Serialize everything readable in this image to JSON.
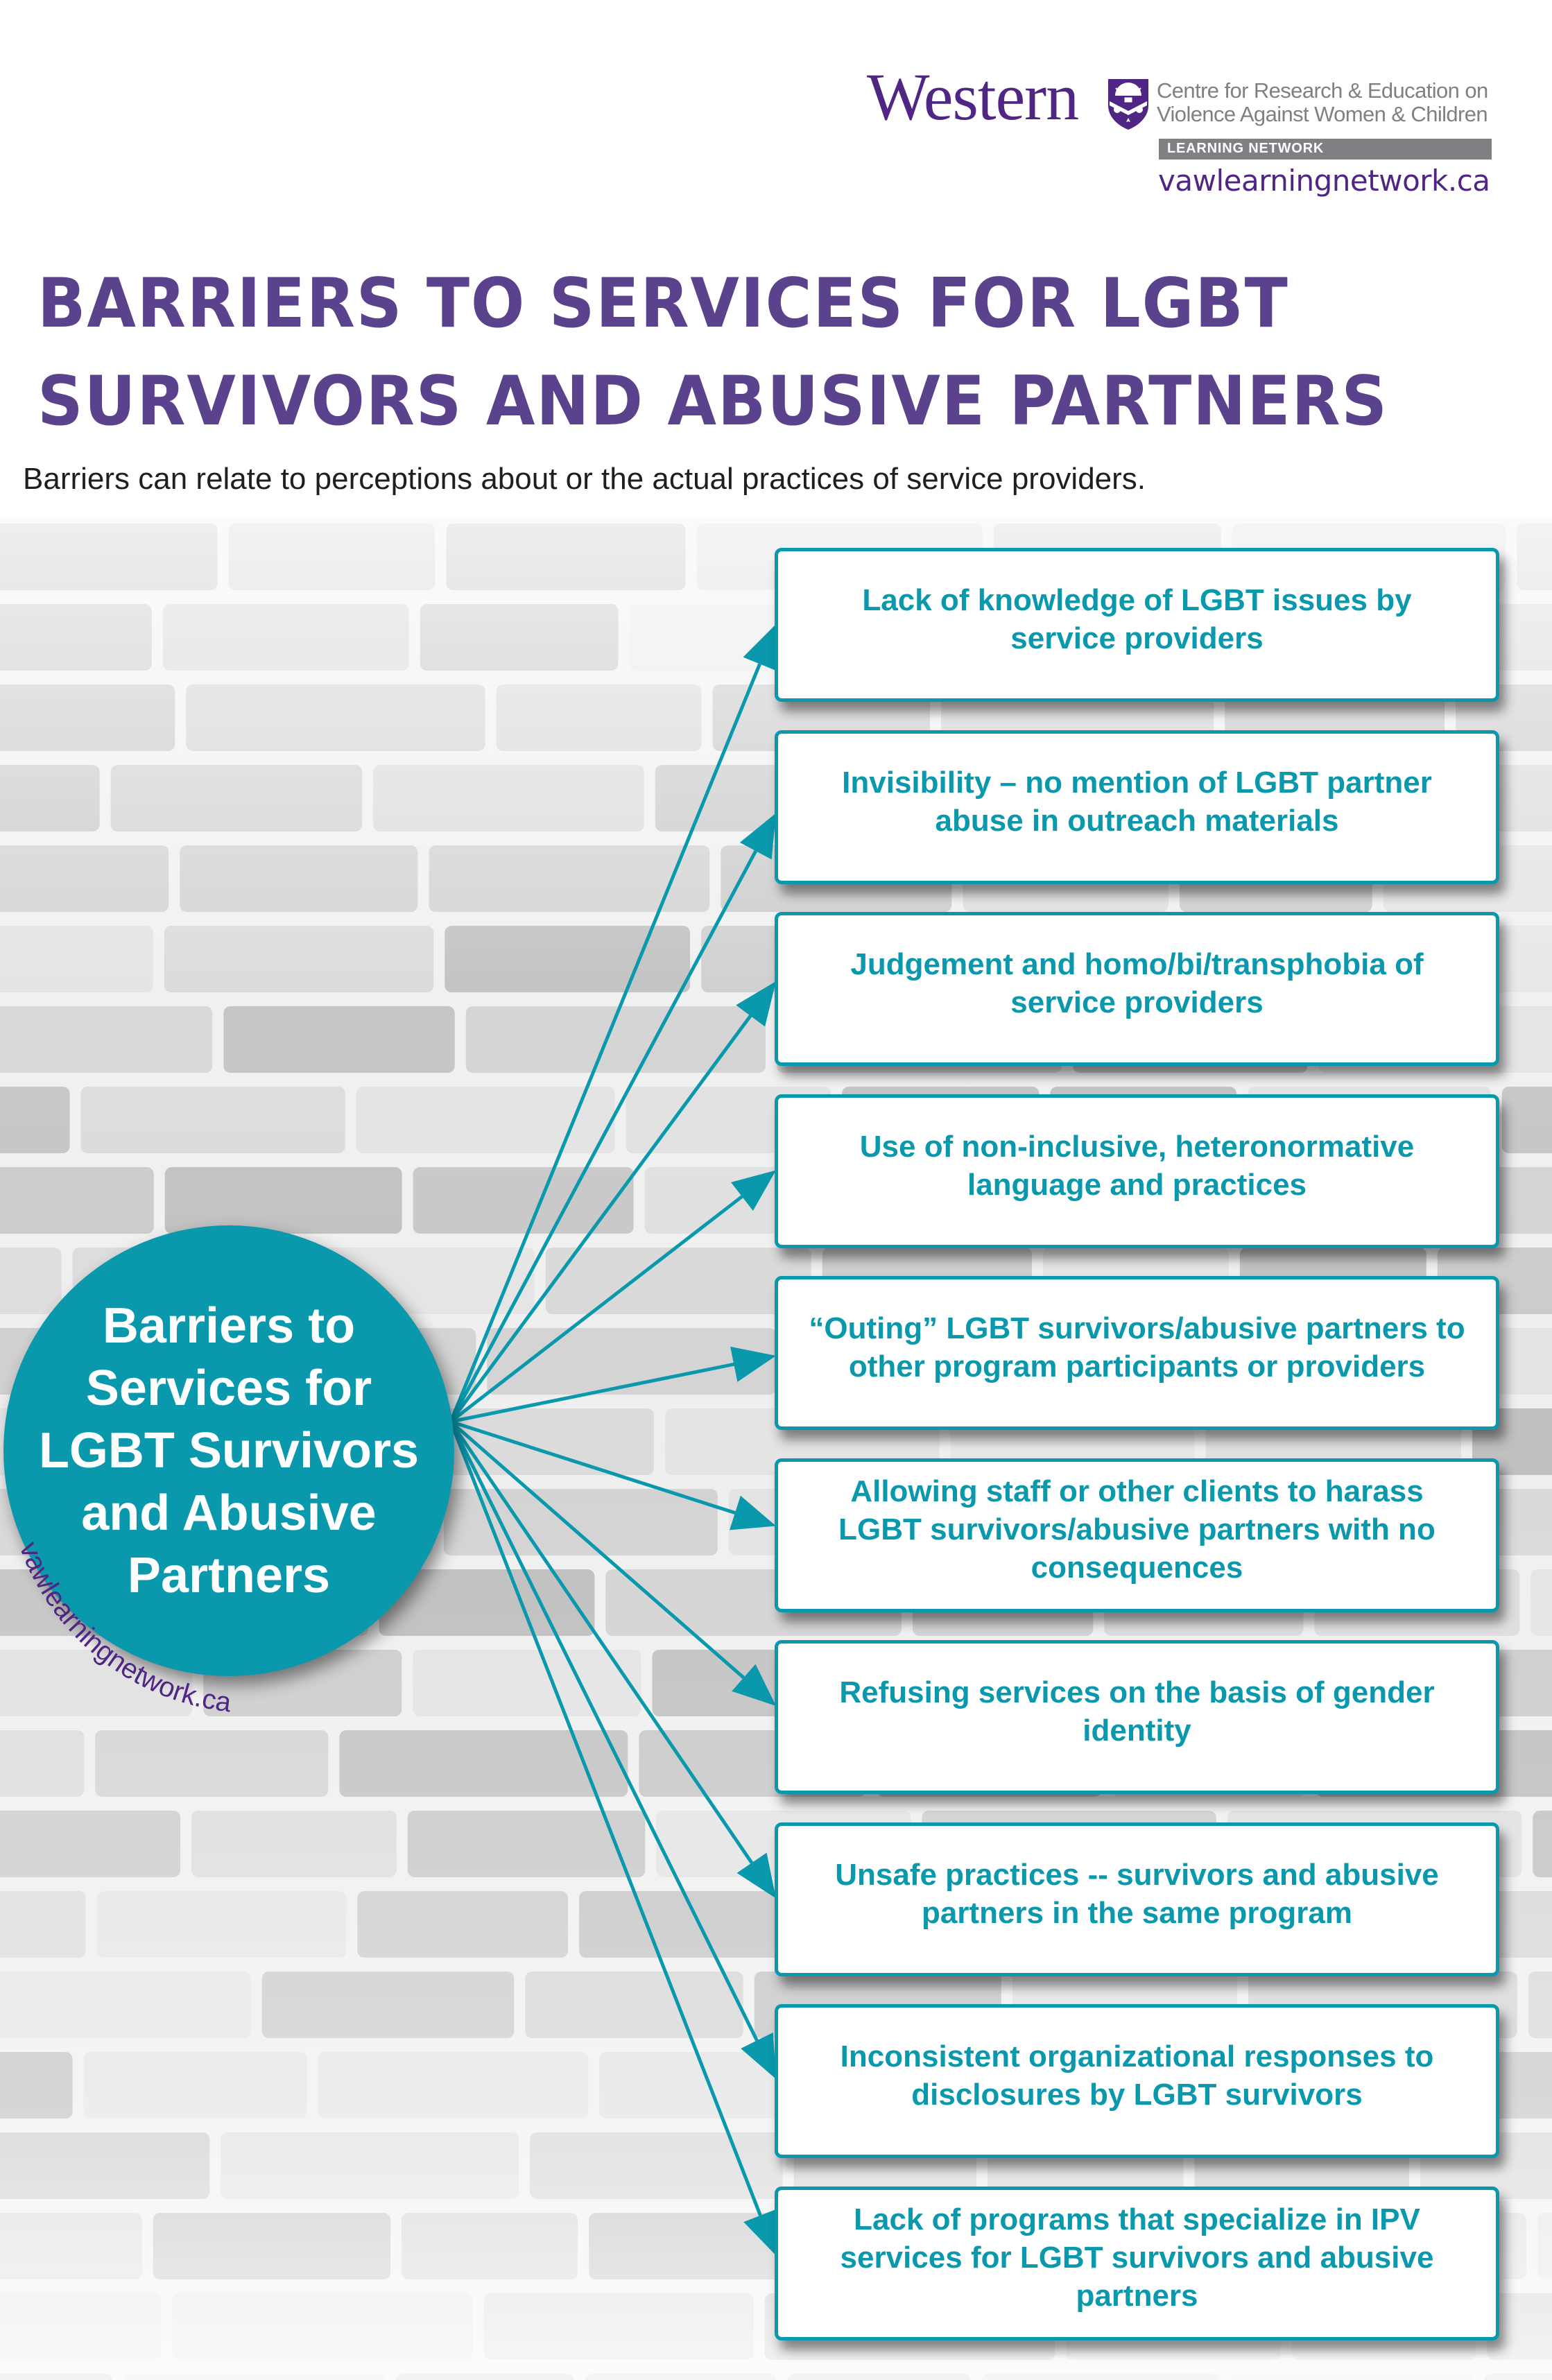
{
  "header": {
    "university": "Western",
    "crest_icon": "university-crest-icon",
    "centre_name_line1": "Centre for Research & Education on",
    "centre_name_line2": "Violence Against Women & Children",
    "network_label": "LEARNING NETWORK",
    "website": "vawlearningnetwork.ca"
  },
  "title": {
    "line1": "BARRIERS TO SERVICES FOR LGBT",
    "line2": "SURVIVORS AND ABUSIVE PARTNERS"
  },
  "subtitle": "Barriers can relate to perceptions about or the actual practices of service providers.",
  "hub": {
    "label": "Barriers to Services for LGBT Survivors and Abusive Partners",
    "watermark": "vawlearningnetwork.ca"
  },
  "barriers": [
    "Lack of knowledge of LGBT issues by service providers",
    "Invisibility – no mention of LGBT partner abuse in outreach materials",
    "Judgement and homo/bi/transphobia of service providers",
    "Use of non-inclusive, heteronormative language and practices",
    "“Outing” LGBT survivors/abusive partners to other program participants or providers",
    "Allowing staff or other clients to harass LGBT survivors/abusive partners with no consequences",
    "Refusing services on the basis of gender identity",
    "Unsafe practices -- survivors and abusive partners in the same program",
    "Inconsistent organizational responses to disclosures by LGBT survivors",
    "Lack of programs that specialize in IPV services for LGBT survivors and abusive partners"
  ],
  "colors": {
    "teal": "#0a98ad",
    "purple": "#5b428d",
    "western_purple": "#4f2683",
    "gray": "#808084"
  }
}
